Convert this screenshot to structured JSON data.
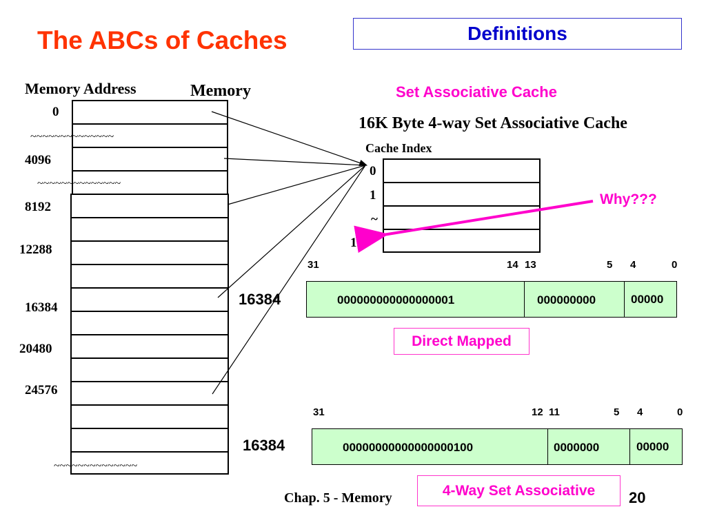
{
  "slide": {
    "title": "The ABCs of Caches",
    "section": "Definitions",
    "footer": "Chap. 5 - Memory",
    "page_number": "20"
  },
  "memory": {
    "address_header": "Memory Address",
    "memory_header": "Memory",
    "addresses": [
      "0",
      "~~~~~~~~~~~~~~",
      "4096",
      "~~~~~~~~~~~~~~",
      "8192",
      "12288",
      "16384",
      "20480",
      "24576",
      "~~~~~~~~~~~~~~"
    ]
  },
  "cache": {
    "heading": "Set Associative Cache",
    "subheading": "16K  Byte 4-way Set Associative Cache",
    "index_label": "Cache Index",
    "indices": [
      "0",
      "1",
      "~",
      "128"
    ],
    "note": "Why???"
  },
  "direct_mapped": {
    "address": "16384",
    "bit_positions": [
      "31",
      "14",
      "13",
      "5",
      "4",
      "0"
    ],
    "fields": [
      "000000000000000001",
      "000000000",
      "00000"
    ],
    "label": "Direct Mapped"
  },
  "four_way": {
    "address": "16384",
    "bit_positions": [
      "31",
      "12",
      "11",
      "5",
      "4",
      "0"
    ],
    "fields": [
      "00000000000000000100",
      "0000000",
      "00000"
    ],
    "label": "4-Way Set Associative"
  },
  "colors": {
    "title": "#ff3300",
    "definitions": "#0000cc",
    "accent_magenta": "#ff00cc",
    "field_fill": "#ccffcc"
  }
}
